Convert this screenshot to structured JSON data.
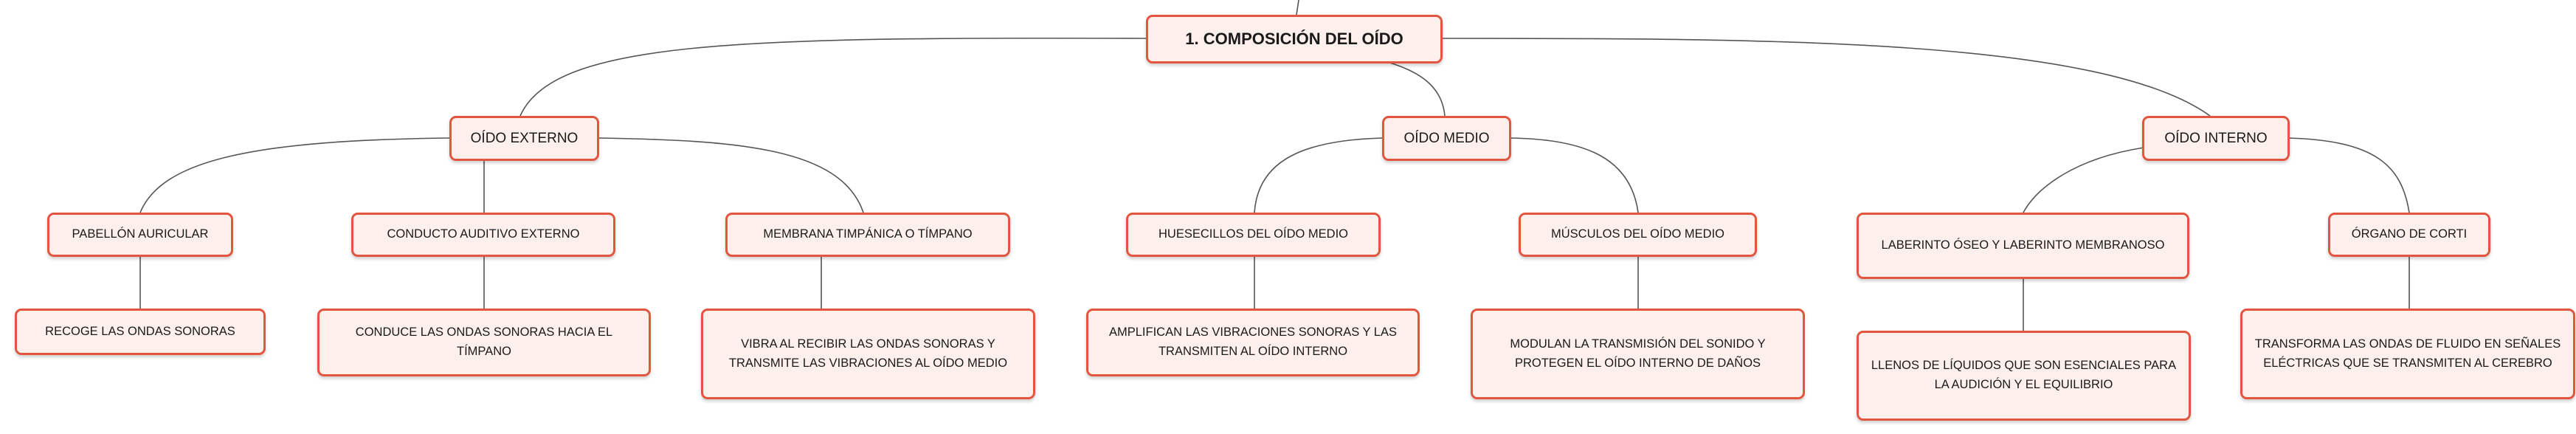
{
  "root": {
    "label": "1. COMPOSICIÓN DEL OÍDO"
  },
  "branches": [
    {
      "label": "OÍDO EXTERNO",
      "children": [
        {
          "label": "PABELLÓN AURICULAR",
          "detail": "RECOGE LAS ONDAS SONORAS"
        },
        {
          "label": "CONDUCTO AUDITIVO EXTERNO",
          "detail": "CONDUCE LAS ONDAS SONORAS HACIA EL TÍMPANO"
        },
        {
          "label": "MEMBRANA TIMPÁNICA O TÍMPANO",
          "detail": "VIBRA AL RECIBIR LAS ONDAS SONORAS Y TRANSMITE LAS VIBRACIONES AL OÍDO MEDIO"
        }
      ]
    },
    {
      "label": "OÍDO MEDIO",
      "children": [
        {
          "label": "HUESECILLOS DEL OÍDO MEDIO",
          "detail": "AMPLIFICAN LAS VIBRACIONES SONORAS Y LAS TRANSMITEN AL OÍDO INTERNO"
        },
        {
          "label": "MÚSCULOS DEL OÍDO MEDIO",
          "detail": "MODULAN LA TRANSMISIÓN DEL SONIDO Y PROTEGEN EL OÍDO INTERNO DE DAÑOS"
        }
      ]
    },
    {
      "label": "OÍDO INTERNO",
      "children": [
        {
          "label": "LABERINTO ÓSEO Y LABERINTO MEMBRANOSO",
          "detail": "LLENOS DE LÍQUIDOS QUE SON ESENCIALES PARA LA AUDICIÓN Y EL EQUILIBRIO"
        },
        {
          "label": "ÓRGANO DE CORTI",
          "detail": "TRANSFORMA LAS ONDAS DE FLUIDO EN SEÑALES ELÉCTRICAS QUE SE TRANSMITEN AL CEREBRO"
        }
      ]
    }
  ],
  "colors": {
    "node_border": "#e4553f",
    "node_fill": "#fdf0ec",
    "connector": "#555555"
  }
}
